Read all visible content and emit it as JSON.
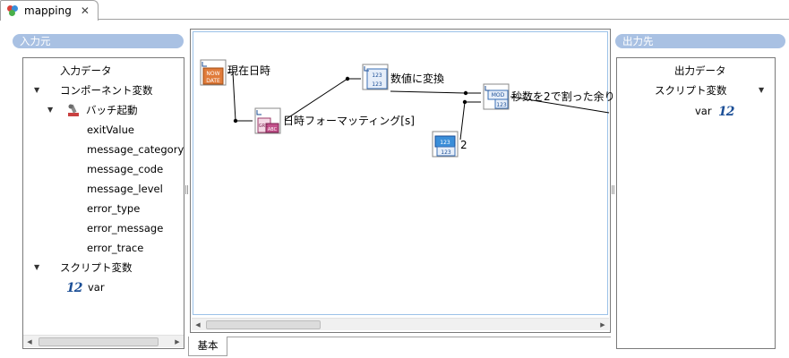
{
  "tab": {
    "title": "mapping",
    "close": "✕"
  },
  "input_panel": {
    "header": "入力元",
    "tree": [
      {
        "label": "入力データ"
      },
      {
        "label": "コンポーネント変数"
      },
      {
        "label": "バッチ起動"
      },
      {
        "label": "exitValue"
      },
      {
        "label": "message_category"
      },
      {
        "label": "message_code"
      },
      {
        "label": "message_level"
      },
      {
        "label": "error_type"
      },
      {
        "label": "error_message"
      },
      {
        "label": "error_trace"
      },
      {
        "label": "スクリプト変数"
      },
      {
        "label": "var",
        "icon_text": "12"
      }
    ]
  },
  "output_panel": {
    "header": "出力先",
    "tree": [
      {
        "label": "出力データ"
      },
      {
        "label": "スクリプト変数"
      },
      {
        "label": "var",
        "icon_text": "12"
      }
    ]
  },
  "canvas": {
    "nodes": [
      {
        "label": "現在日時",
        "icon_top": "NOW",
        "icon_bottom": "DATE"
      },
      {
        "label": "日時フォーマッティング[s]",
        "icon_top": "GRE",
        "icon_bottom": "ABC"
      },
      {
        "label": "数値に変換",
        "icon_top": "123",
        "icon_bottom": "123"
      },
      {
        "label": "2",
        "icon_top": "123",
        "icon_bottom": "123"
      },
      {
        "label": "秒数を2で割った余り",
        "icon_top": "MOD",
        "icon_bottom": "123"
      }
    ]
  },
  "bottom_tab": {
    "label": "基本"
  },
  "colors": {
    "panel_header": "#a9c1e3",
    "canvas_border": "#9cc2e8",
    "var_icon": "#1b4e96"
  }
}
